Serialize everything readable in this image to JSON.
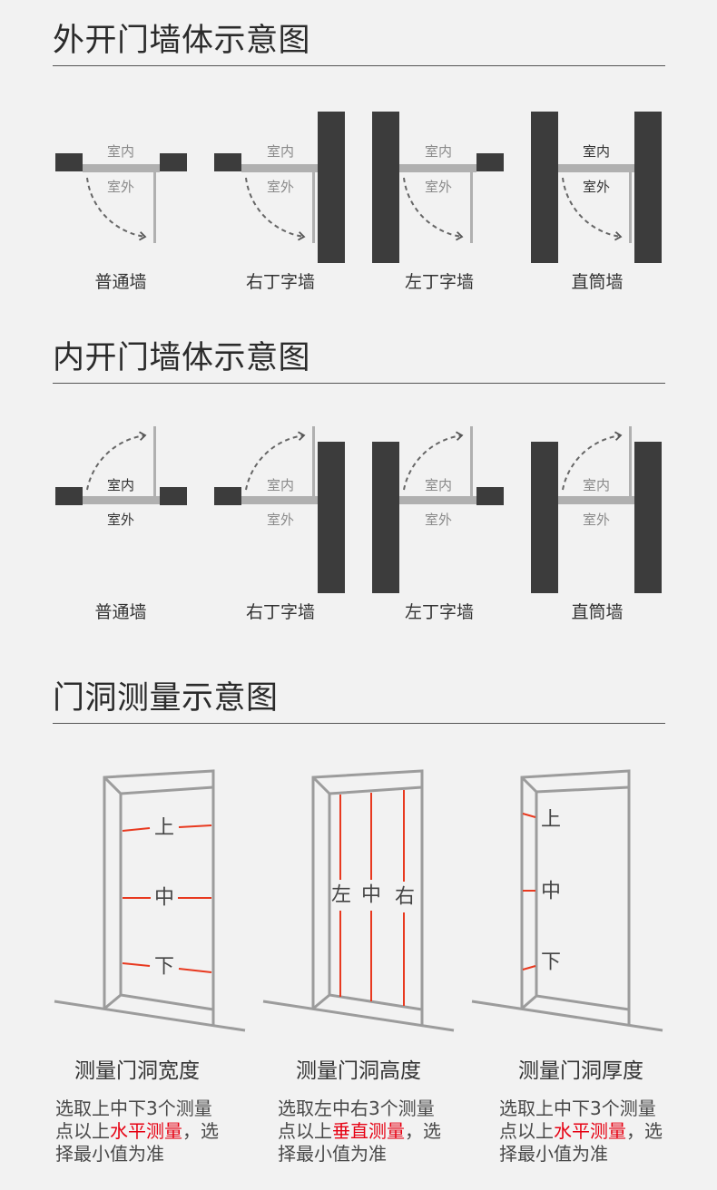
{
  "colors": {
    "background": "#f2f2f2",
    "wall": "#3c3c3c",
    "frame": "#b0b0b0",
    "heading": "#2b2b2b",
    "measure_line": "#e8391f",
    "highlight": "#e60012"
  },
  "outward": {
    "title": "外开门墙体示意图",
    "walls": [
      {
        "indoor": "室内",
        "outdoor": "室外",
        "label": "普通墙"
      },
      {
        "indoor": "室内",
        "outdoor": "室外",
        "label": "右丁字墙"
      },
      {
        "indoor": "室内",
        "outdoor": "室外",
        "label": "左丁字墙"
      },
      {
        "indoor": "室内",
        "outdoor": "室外",
        "label": "直筒墙"
      }
    ]
  },
  "inward": {
    "title": "内开门墙体示意图",
    "walls": [
      {
        "indoor": "室内",
        "outdoor": "室外",
        "label": "普通墙"
      },
      {
        "indoor": "室内",
        "outdoor": "室外",
        "label": "右丁字墙"
      },
      {
        "indoor": "室内",
        "outdoor": "室外",
        "label": "左丁字墙"
      },
      {
        "indoor": "室内",
        "outdoor": "室外",
        "label": "直筒墙"
      }
    ]
  },
  "measure": {
    "title": "门洞测量示意图",
    "panels": [
      {
        "marks": [
          "上",
          "中",
          "下"
        ],
        "caption": "测量门洞宽度",
        "desc": {
          "line1": "选取上中下3个测量",
          "line2_pre": "点以上",
          "line2_highlight": "水平测量",
          "line2_post": "，选",
          "line3": "择最小值为准"
        }
      },
      {
        "marks": [
          "左",
          "中",
          "右"
        ],
        "caption": "测量门洞高度",
        "desc": {
          "line1": "选取左中右3个测量",
          "line2_pre": "点以上",
          "line2_highlight": "垂直测量",
          "line2_post": "，选",
          "line3": "择最小值为准"
        }
      },
      {
        "marks": [
          "上",
          "中",
          "下"
        ],
        "caption": "测量门洞厚度",
        "desc": {
          "line1": "选取上中下3个测量",
          "line2_pre": "点以上",
          "line2_highlight": "水平测量",
          "line2_post": "，选",
          "line3": "择最小值为准"
        }
      }
    ]
  }
}
